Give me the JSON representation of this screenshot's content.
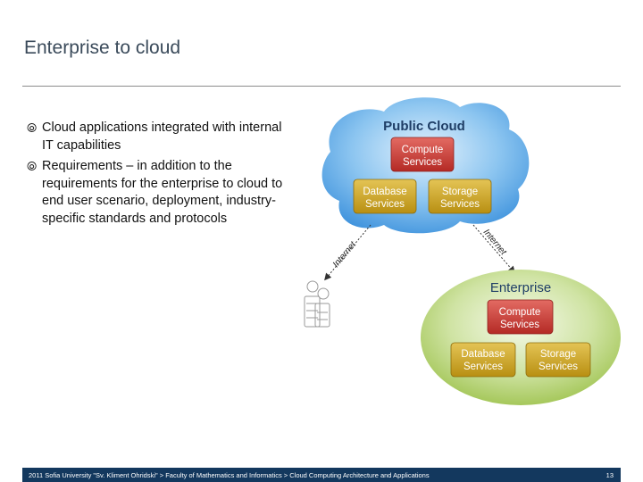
{
  "slide": {
    "title": "Enterprise to cloud",
    "bullets": [
      "Cloud applications integrated with internal IT capabilities",
      "Requirements – in addition to the requirements for the enterprise to cloud to end user scenario, deployment, industry-specific standards and protocols"
    ],
    "bullet_icon": "circled-bullet-icon"
  },
  "diagram": {
    "public_cloud": {
      "label": "Public Cloud",
      "compute": [
        "Compute",
        "Services"
      ],
      "database": [
        "Database",
        "Services"
      ],
      "storage": [
        "Storage",
        "Services"
      ]
    },
    "enterprise": {
      "label": "Enterprise",
      "compute": [
        "Compute",
        "Services"
      ],
      "database": [
        "Database",
        "Services"
      ],
      "storage": [
        "Storage",
        "Services"
      ]
    },
    "link_label": "Internet",
    "colors": {
      "public_cloud": "#3f93dd",
      "enterprise": "#9dc24c",
      "compute_box": "#c9302c",
      "service_box": "#c9a21f"
    }
  },
  "footer": {
    "text": "2011 Sofia University \"Sv. Kliment Ohridski\" > Faculty of Mathematics and Informatics > Cloud Computing Architecture and Applications",
    "page": "13"
  }
}
